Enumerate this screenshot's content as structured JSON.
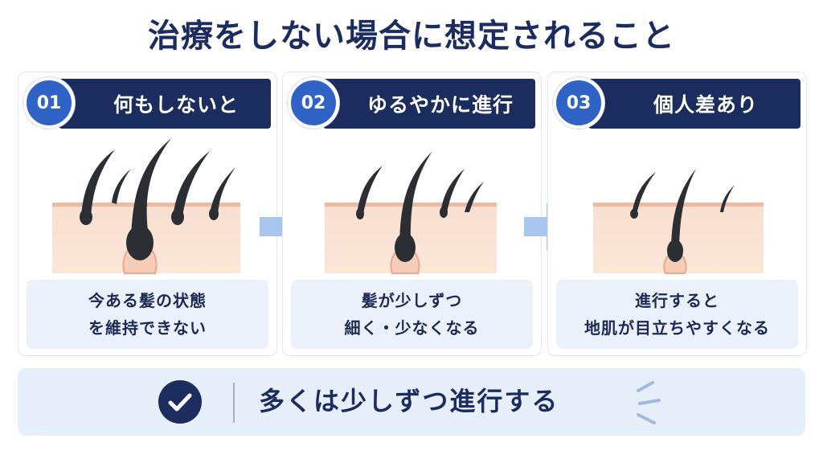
{
  "title": "治療をしない場合に想定されること",
  "steps": [
    {
      "number": "01",
      "heading": "何もしないと",
      "lines": [
        "今ある髪の状態",
        "を維持できない"
      ]
    },
    {
      "number": "02",
      "heading": "ゆるやかに進行",
      "lines": [
        "髪が少しずつ",
        "細く・少なくなる"
      ]
    },
    {
      "number": "03",
      "heading": "個人差あり",
      "lines": [
        "進行すると",
        "地肌が目立ちやすくなる"
      ]
    }
  ],
  "summary": {
    "text": "多くは少しずつ進行する"
  },
  "icons": {
    "arrow": "right-arrow-icon",
    "check": "check-circle-icon",
    "sparkle": "sparkle-lines-icon",
    "hair": "hair-follicle-icon"
  },
  "colors": {
    "navy": "#1b2d5e",
    "badge_blue": "#2f63c6",
    "arrow_blue": "#a9c7ee",
    "panel_light": "#eaf1fa",
    "skin": "#f8dccb",
    "hair": "#2b2e33"
  }
}
